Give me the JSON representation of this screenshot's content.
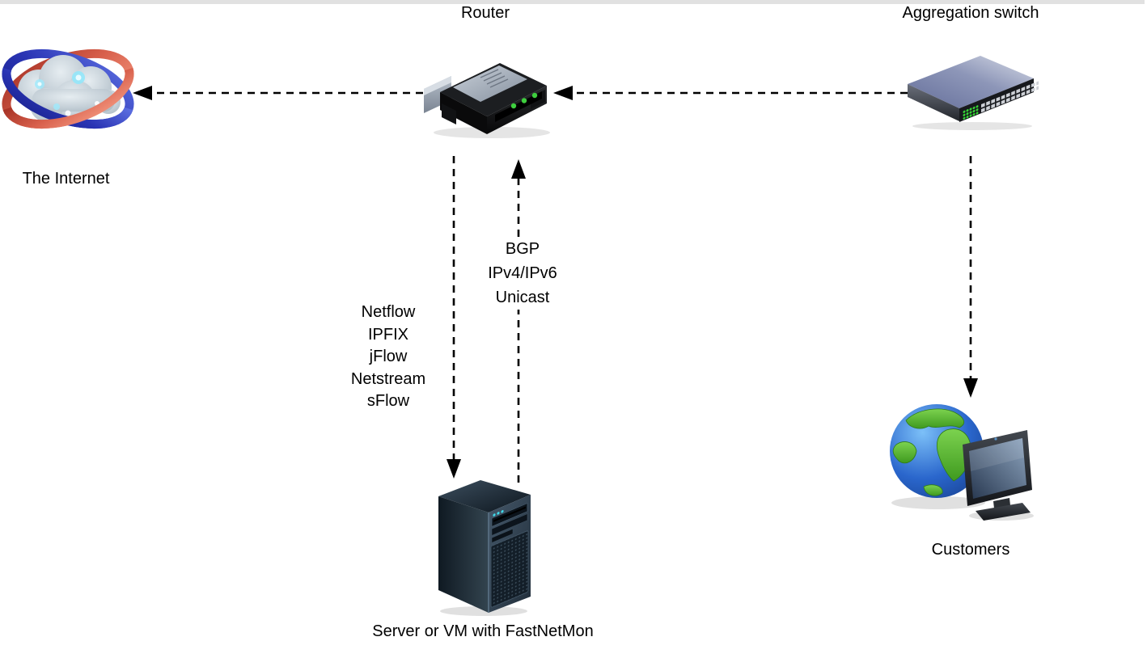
{
  "diagram": {
    "nodes": {
      "internet": {
        "label": "The Internet",
        "icon": "internet-cloud-icon"
      },
      "router": {
        "label": "Router",
        "icon": "router-icon"
      },
      "aggregation_switch": {
        "label": "Aggregation switch",
        "icon": "aggregation-switch-icon"
      },
      "server": {
        "label": "Server or VM with FastNetMon",
        "icon": "server-tower-icon"
      },
      "customers": {
        "label": "Customers",
        "icon": "globe-monitor-icon"
      }
    },
    "edges": {
      "router_to_internet": {
        "style": "dashed",
        "arrow": "left"
      },
      "switch_to_router": {
        "style": "dashed",
        "arrow": "left"
      },
      "router_to_server": {
        "style": "dashed",
        "arrow": "down",
        "labels": [
          "Netflow",
          "IPFIX",
          "jFlow",
          "Netstream",
          "sFlow"
        ]
      },
      "server_to_router": {
        "style": "dashed",
        "arrow": "up",
        "labels": [
          "BGP",
          "IPv4/IPv6",
          "Unicast"
        ]
      },
      "switch_to_customers": {
        "style": "dashed",
        "arrow": "down"
      }
    },
    "colors": {
      "edge_line": "#000000",
      "text": "#000000",
      "top_strip": "#e1e1e1",
      "led_green": "#3ecf3e",
      "server_led_cyan": "#3fd9e8",
      "globe_ocean_blue": "#2a66cc",
      "globe_land_green": "#55b430",
      "switch_top_blue": "#7c87ac",
      "internet_ring_red": "#c84434",
      "internet_ring_blue": "#2a34b4"
    }
  }
}
